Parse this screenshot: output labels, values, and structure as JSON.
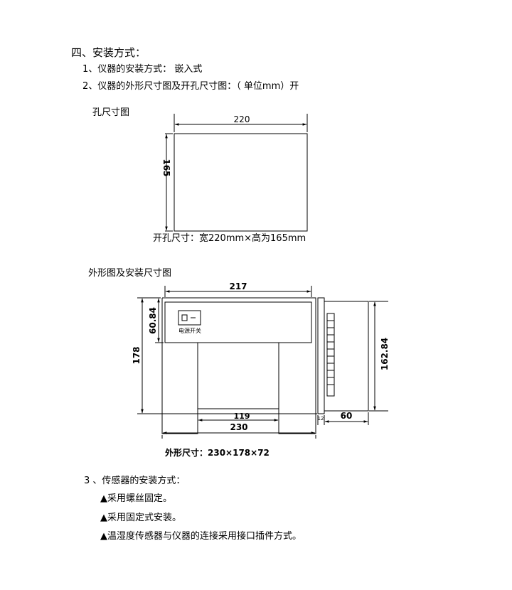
{
  "section": {
    "heading": "四、安装方式：",
    "item1": "1、仪器的安装方式： 嵌入式",
    "item2_line1": "2、仪器的外形尺寸图及开孔尺寸图：（ 单位mm）开",
    "item2_line2": "孔尺寸图"
  },
  "cutout": {
    "width_label": "220",
    "height_label": "165",
    "caption": "开孔尺寸：宽220mm×高为165mm"
  },
  "outline": {
    "title": "外形图及安装尺寸图",
    "top_width": "217",
    "left_height": "178",
    "switch_height": "60.84",
    "switch_label": "电源开关",
    "notch_width": "119",
    "bottom_width": "230",
    "side_height": "162.84",
    "side_depth": "60",
    "panel_thickness": "12",
    "caption": "外形尺寸：230×178×72"
  },
  "sensor": {
    "heading": "3 、传感器的安装方式：",
    "bullets": [
      "▲采用螺丝固定。",
      "▲采用固定式安装。",
      "▲温湿度传感器与仪器的连接采用接口插件方式。"
    ]
  }
}
